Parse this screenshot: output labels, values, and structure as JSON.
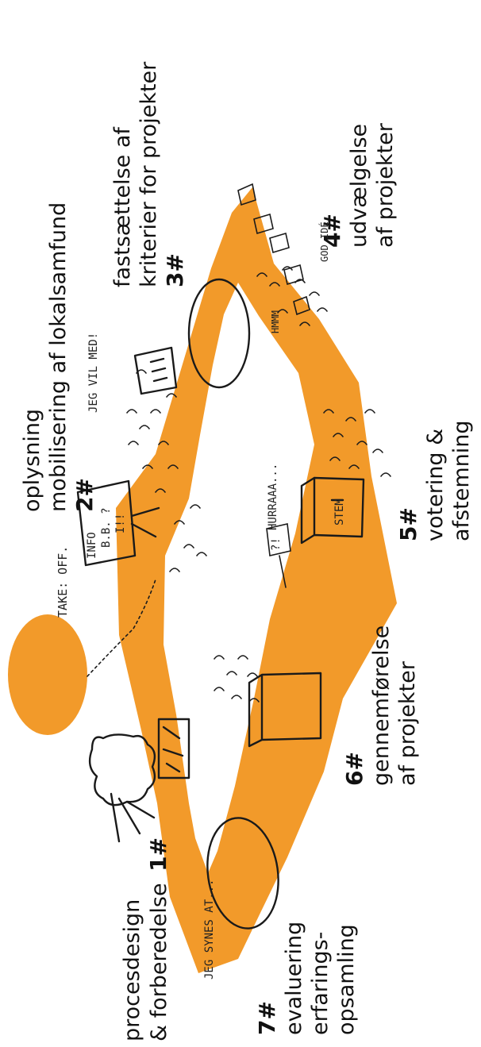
{
  "colors": {
    "accent": "#F29A2A",
    "ink": "#1a1a1a",
    "background": "#ffffff"
  },
  "stages": [
    {
      "num": "1#",
      "lines": [
        "procesdesign",
        "& forberedelse"
      ]
    },
    {
      "num": "2#",
      "lines": [
        "oplysning",
        "mobilisering af lokalsamfund"
      ]
    },
    {
      "num": "3#",
      "lines": [
        "fastsættelse af",
        "kriterier for projekter"
      ]
    },
    {
      "num": "4#",
      "lines": [
        "udvælgelse",
        "af projekter"
      ]
    },
    {
      "num": "5#",
      "lines": [
        "votering &",
        "afstemning"
      ]
    },
    {
      "num": "6#",
      "lines": [
        "gennemførelse",
        "af projekter"
      ]
    },
    {
      "num": "7#",
      "lines": [
        "evaluering",
        "erfarings-",
        "opsamling"
      ]
    }
  ],
  "sketch_text": {
    "takeoff": "TAKE: OFF.",
    "info_sign": "INFO",
    "sign_b": "B.B. ?",
    "sign_i": "I!!",
    "jeg_vil_med": "JEG VIL MED!",
    "hurraaa": "HURRAAA...",
    "stem_box": "STEM",
    "sign_q": "?!",
    "jeg_synes_at": "JEG SYNES AT...",
    "god_ide": "GOD IDÉ",
    "hmm": "HMMM"
  }
}
